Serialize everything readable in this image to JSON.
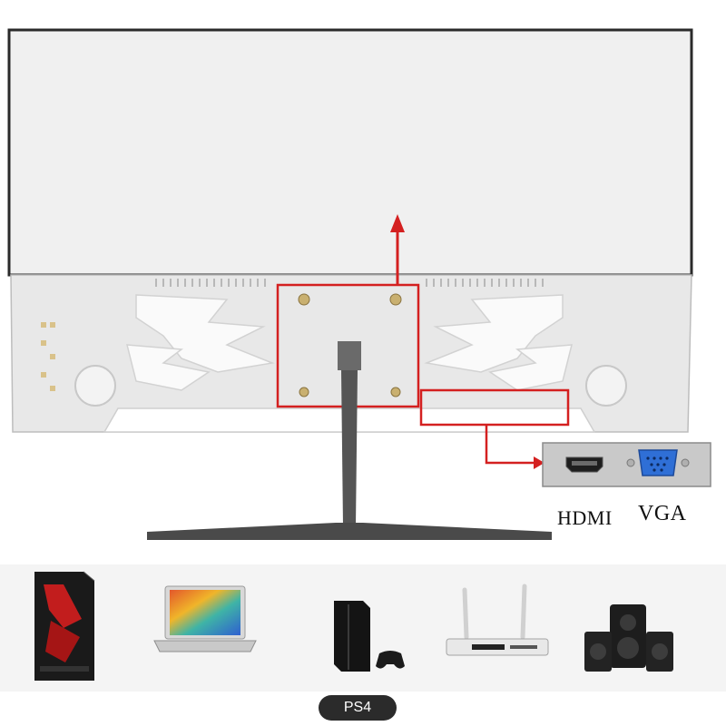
{
  "ports": {
    "hdmi_label": "HDMI",
    "vga_label": "VGA"
  },
  "devices": {
    "items": [
      {
        "name": "gaming-pc-tower-icon"
      },
      {
        "name": "laptop-icon"
      },
      {
        "name": "ps4-console-icon",
        "caption": "PS4"
      },
      {
        "name": "set-top-box-icon"
      },
      {
        "name": "speakers-icon"
      }
    ]
  },
  "colors": {
    "highlight": "#d42020",
    "panel": "#eeeeee",
    "stand": "#444444"
  }
}
